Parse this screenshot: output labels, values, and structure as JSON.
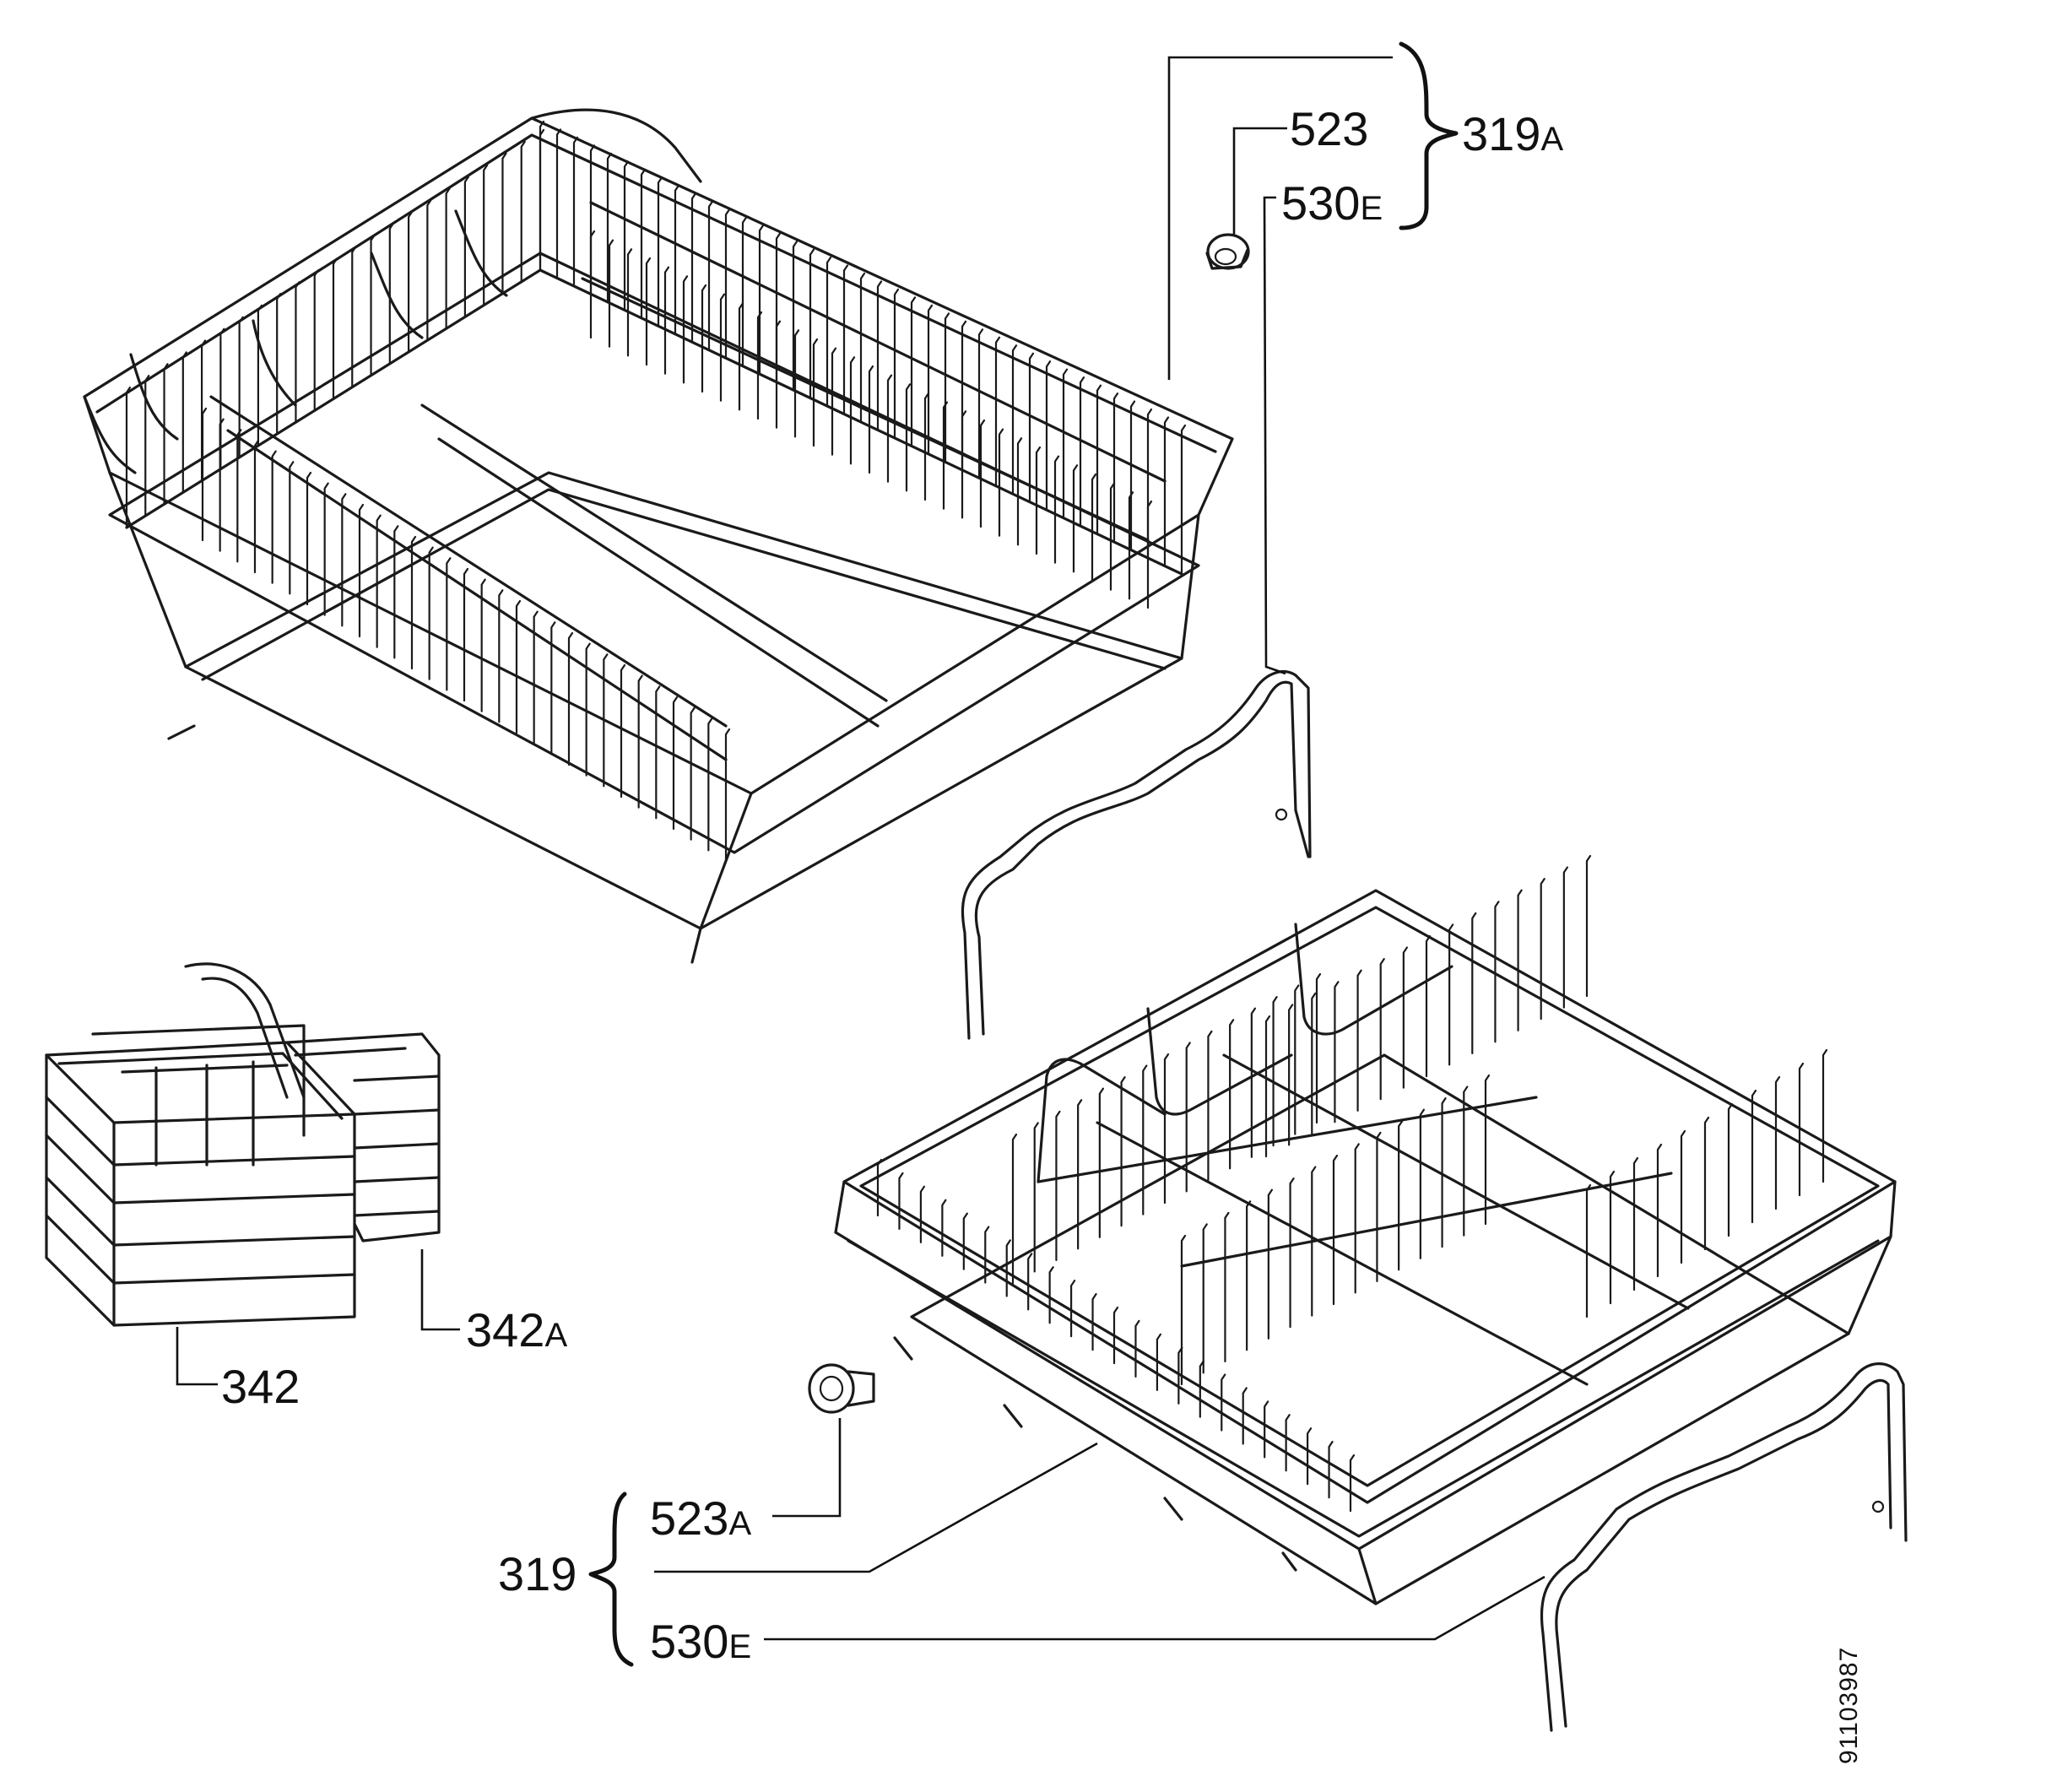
{
  "labels": {
    "upper_basket_set": {
      "main": "319",
      "suffix": "A"
    },
    "upper_wheel": {
      "main": "523",
      "suffix": ""
    },
    "upper_rail": {
      "main": "530",
      "suffix": "E"
    },
    "lower_basket_set": {
      "main": "319",
      "suffix": ""
    },
    "lower_wheel": {
      "main": "523",
      "suffix": "A"
    },
    "lower_rail": {
      "main": "530",
      "suffix": "E"
    },
    "cutlery_basket": {
      "main": "342",
      "suffix": ""
    },
    "cutlery_basket_alt": {
      "main": "342",
      "suffix": "A"
    }
  },
  "drawing_code": "91103987",
  "colors": {
    "line": "#1a1a1a",
    "background": "#ffffff"
  }
}
